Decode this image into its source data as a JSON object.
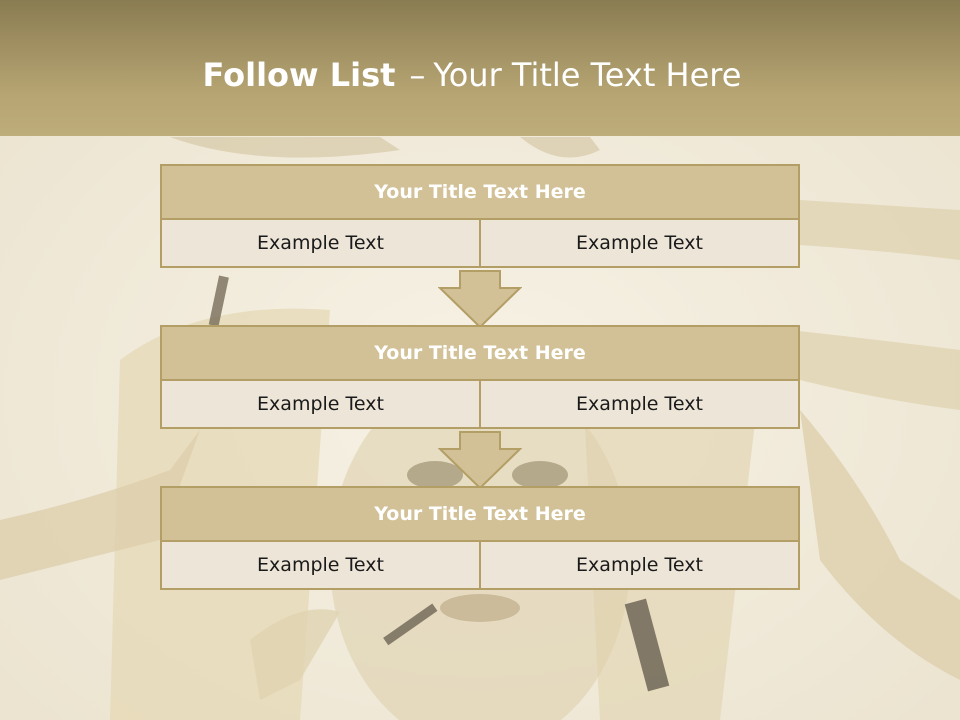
{
  "title": {
    "bold": "Follow List",
    "dash": "–",
    "rest": "Your Title Text Here"
  },
  "colors": {
    "header": "#b7a573",
    "block_title": "#d2c197",
    "block_border": "#b39e66",
    "cell_bg": "#ece5d8"
  },
  "blocks": [
    {
      "title": "Your Title Text Here",
      "left": "Example Text",
      "right": "Example Text"
    },
    {
      "title": "Your Title Text Here",
      "left": "Example Text",
      "right": "Example Text"
    },
    {
      "title": "Your Title Text Here",
      "left": "Example Text",
      "right": "Example Text"
    }
  ]
}
